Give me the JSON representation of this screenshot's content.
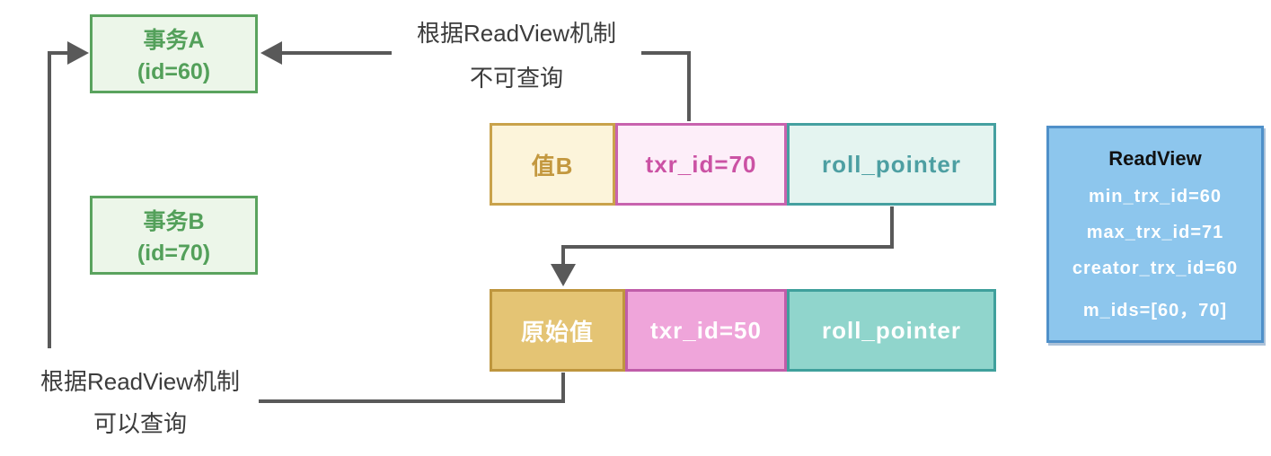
{
  "transaction_a": {
    "line1": "事务A",
    "line2": "(id=60)"
  },
  "transaction_b": {
    "line1": "事务B",
    "line2": "(id=70)"
  },
  "annotations": {
    "top": {
      "line1": "根据ReadView机制",
      "line2": "不可查询"
    },
    "bottom": {
      "line1": "根据ReadView机制",
      "line2": "可以查询"
    }
  },
  "current_record": {
    "value": "值B",
    "txr": "txr_id=70",
    "roll": "roll_pointer"
  },
  "undo_record": {
    "value": "原始值",
    "txr": "txr_id=50",
    "roll": "roll_pointer"
  },
  "readview": {
    "title": "ReadView",
    "lines": [
      "min_trx_id=60",
      "max_trx_id=71",
      "creator_trx_id=60",
      "m_ids=[60，70]"
    ]
  },
  "colors": {
    "line": "#595959",
    "green-fill": "#ecf6e9",
    "green-border": "#5aa35e",
    "green-text": "#53a05a",
    "gold-light-fill": "#fcf4da",
    "gold-border": "#c9a24b",
    "gold-text": "#c3983f",
    "pink-light-fill": "#fdeef9",
    "pink-border": "#c863ae",
    "pink-text": "#cb52a4",
    "teal-light-fill": "#e4f4f0",
    "teal-border": "#45a0a0",
    "teal-text": "#4d9fa2",
    "gold-solid-fill": "#e4c474",
    "gold-solid-border": "#be963e",
    "pink-solid-fill": "#efa5da",
    "pink-solid-border": "#c05da9",
    "teal-solid-fill": "#90d5cc",
    "teal-solid-border": "#3fa09c",
    "blue-fill": "#8dc6ed",
    "blue-border": "#4f90c9"
  }
}
